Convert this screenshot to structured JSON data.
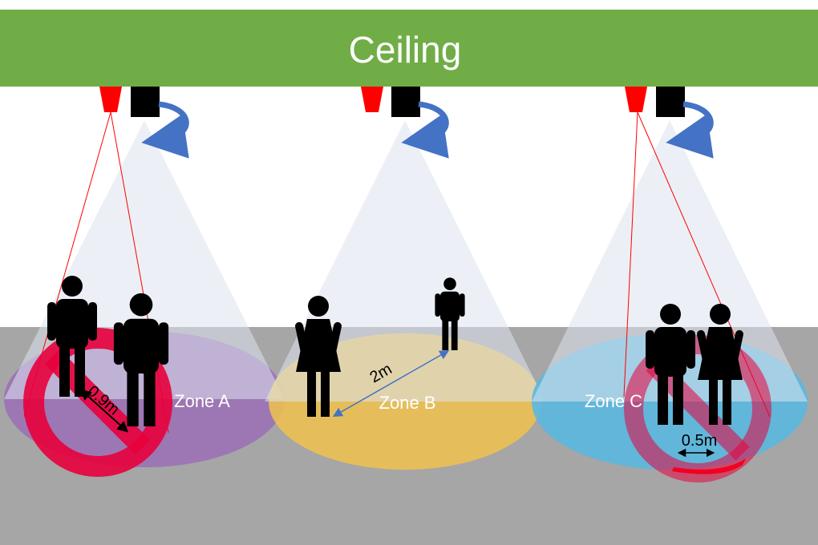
{
  "ceiling": {
    "label": "Ceiling"
  },
  "colors": {
    "ceiling": "#70ad47",
    "floor": "#a6a6a6",
    "wall": "#ffffff",
    "sensor": "#ff0000",
    "camera": "#000000",
    "rotation_arrow": "#4472c4",
    "cone": "#dce3ee",
    "person": "#000000",
    "no_symbol": "#e8003c",
    "distance_arrow": "#4472c4"
  },
  "zones": [
    {
      "label": "Zone A",
      "color": "#9b6fb5",
      "distance": "0.9m",
      "warning": true
    },
    {
      "label": "Zone B",
      "color": "#f0c24e",
      "distance": "2m",
      "warning": false
    },
    {
      "label": "Zone C",
      "color": "#5ab8e0",
      "distance": "0.5m",
      "warning": true
    }
  ],
  "icons": {
    "sensor": "red-trapezoid-sensor-icon",
    "camera": "black-square-camera-icon",
    "rotation": "curved-arrow-icon",
    "person_male": "man-icon",
    "person_female": "woman-icon",
    "prohibited": "no-entry-icon"
  }
}
